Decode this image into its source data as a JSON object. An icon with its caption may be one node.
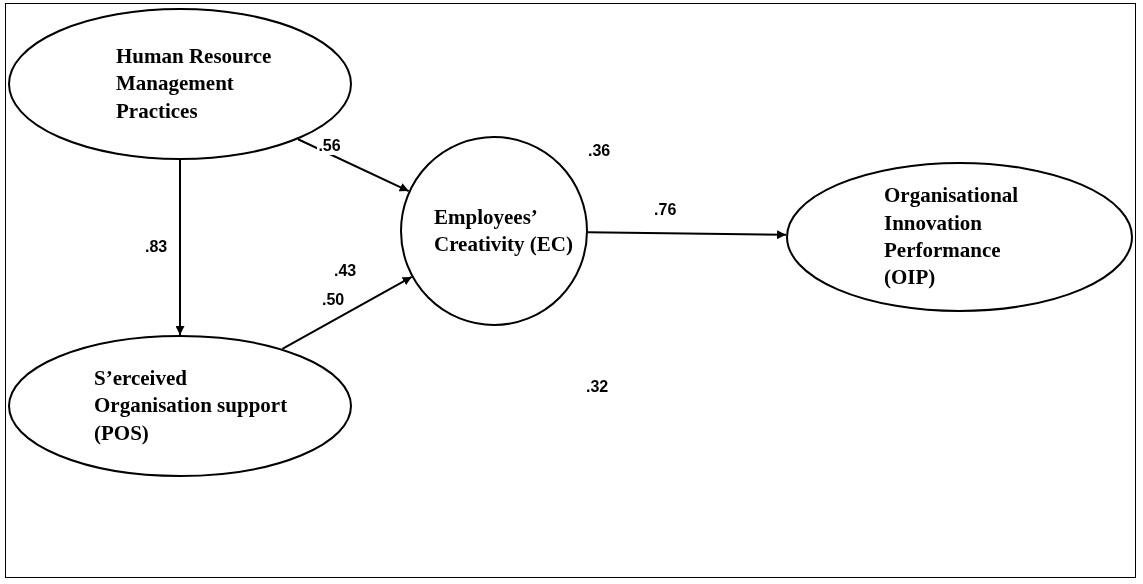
{
  "diagram": {
    "nodes": [
      {
        "text": [
          "Human Resource Management Practices"
        ]
      },
      {
        "text": [
          "S’erceived Organisation support (POS)"
        ]
      },
      {
        "text": [
          "Employees’ Creativity (EC)"
        ]
      },
      {
        "text": [
          "Organisational Innovation Performance (OIP)"
        ]
      }
    ],
    "edges": [
      {
        "from": 0,
        "to": 2,
        "arrow": "to",
        "label": ".56"
      },
      {
        "from": 0,
        "to": 1,
        "arrow": "to",
        "label": ".83"
      },
      {
        "from": 1,
        "to": 2,
        "arrow": "to",
        "label": ".50"
      },
      {
        "from": 2,
        "to": 3,
        "arrow": "to",
        "label": ".76"
      }
    ],
    "labels": [
      ".36",
      ".43",
      ".32"
    ]
  }
}
